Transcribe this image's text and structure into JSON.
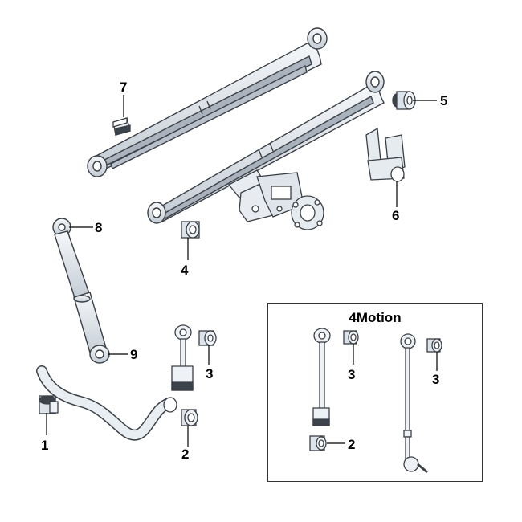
{
  "inset": {
    "title": "4Motion"
  },
  "callouts": {
    "c1": "1",
    "c2": "2",
    "c3": "3",
    "c4": "4",
    "c5": "5",
    "c6": "6",
    "c7": "7",
    "c8": "8",
    "c9": "9",
    "i2": "2",
    "i3a": "3",
    "i3b": "3"
  },
  "colors": {
    "part_fill": "#eef2f6",
    "part_stroke": "#3a3f46",
    "shade": "#b9c2cc"
  }
}
